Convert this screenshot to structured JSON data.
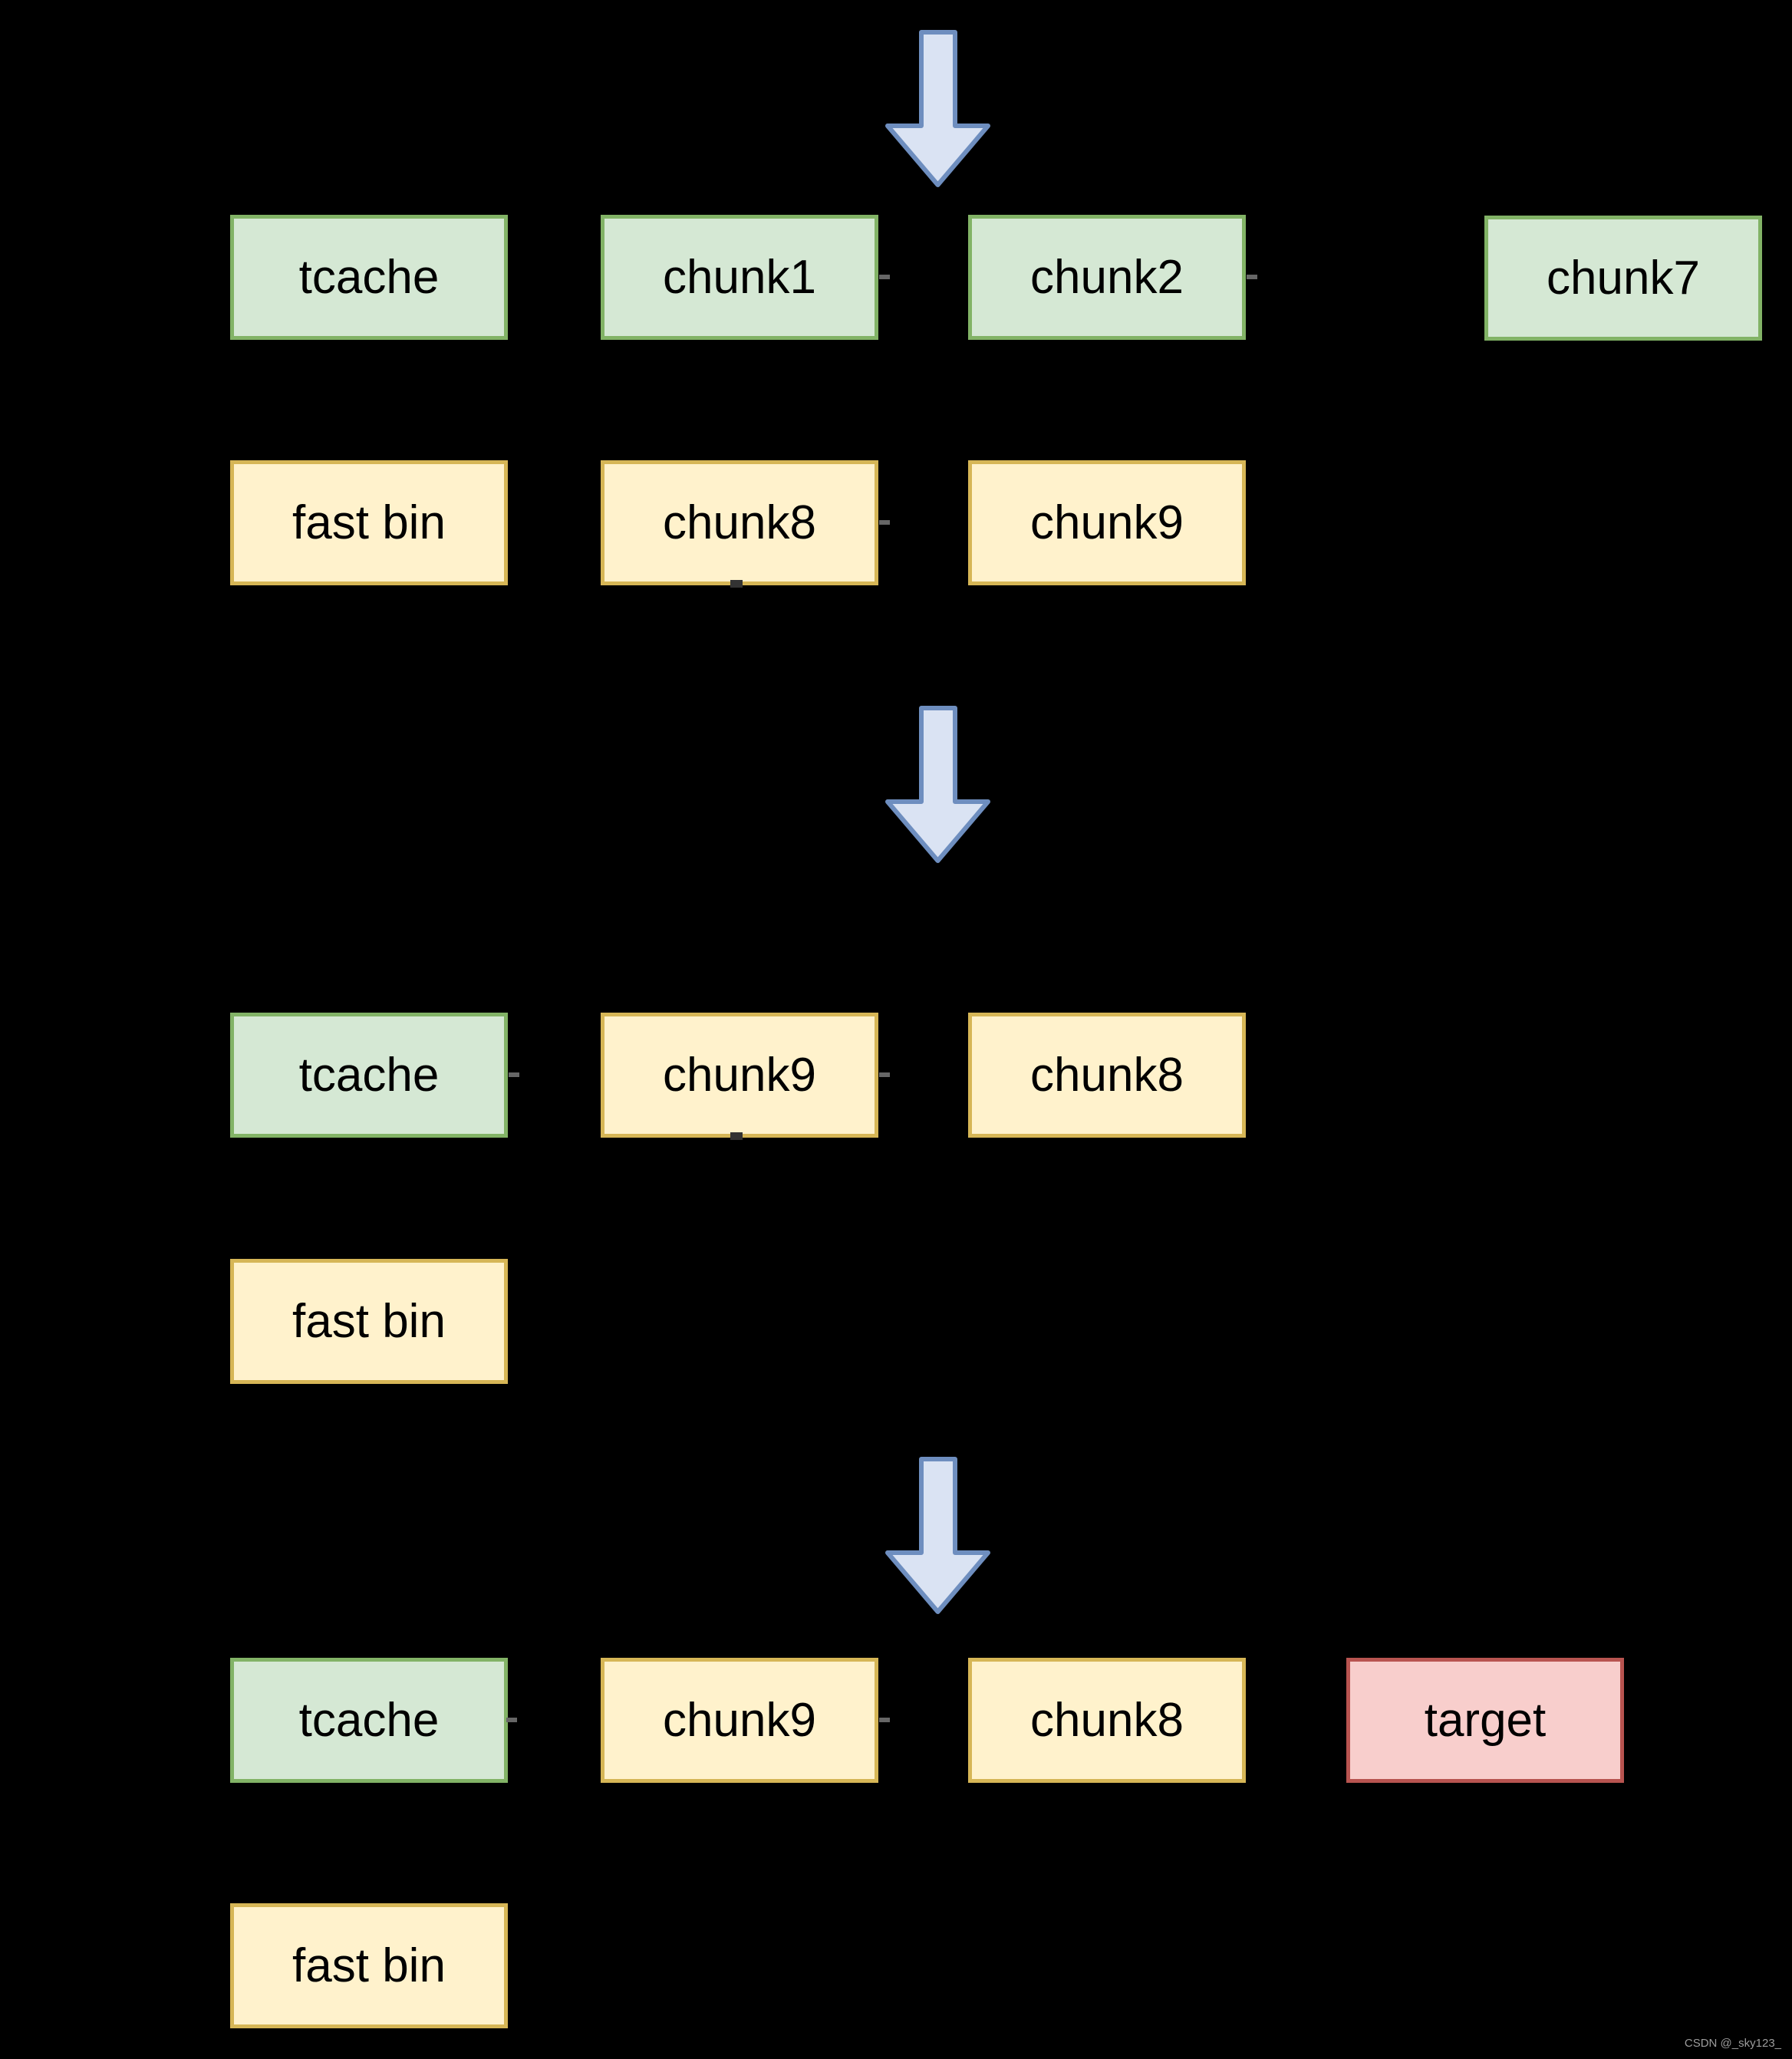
{
  "diagram": {
    "type": "heap-bins-flow-diagram",
    "background": "#000000",
    "colors": {
      "tcache_fill": "#d5e8d4",
      "tcache_border": "#82b366",
      "fastbin_fill": "#fff2cc",
      "fastbin_border": "#d6b656",
      "target_fill": "#f8cecc",
      "target_border": "#b85450",
      "arrow_fill": "#dae3f3",
      "arrow_border": "#6e8ebf",
      "connector_dash": "#666666"
    },
    "arrows": {
      "icon": "down-block-arrow",
      "count": 3
    },
    "stages": [
      {
        "rows": [
          {
            "boxes": [
              {
                "label": "tcache",
                "kind": "tcache"
              },
              {
                "label": "chunk1",
                "kind": "tcache-chunk"
              },
              {
                "label": "chunk2",
                "kind": "tcache-chunk"
              },
              {
                "label": "chunk7",
                "kind": "tcache-chunk"
              }
            ]
          },
          {
            "boxes": [
              {
                "label": "fast bin",
                "kind": "fastbin"
              },
              {
                "label": "chunk8",
                "kind": "fastbin-chunk"
              },
              {
                "label": "chunk9",
                "kind": "fastbin-chunk"
              }
            ]
          }
        ]
      },
      {
        "rows": [
          {
            "boxes": [
              {
                "label": "tcache",
                "kind": "tcache"
              },
              {
                "label": "chunk9",
                "kind": "tcache-chunk"
              },
              {
                "label": "chunk8",
                "kind": "tcache-chunk"
              }
            ]
          },
          {
            "boxes": [
              {
                "label": "fast bin",
                "kind": "fastbin"
              }
            ]
          }
        ]
      },
      {
        "rows": [
          {
            "boxes": [
              {
                "label": "tcache",
                "kind": "tcache"
              },
              {
                "label": "chunk9",
                "kind": "tcache-chunk"
              },
              {
                "label": "chunk8",
                "kind": "tcache-chunk"
              },
              {
                "label": "target",
                "kind": "target"
              }
            ]
          },
          {
            "boxes": [
              {
                "label": "fast bin",
                "kind": "fastbin"
              }
            ]
          }
        ]
      }
    ]
  },
  "watermark": {
    "text": "CSDN @_sky123_",
    "color": "#9c9c9c"
  }
}
